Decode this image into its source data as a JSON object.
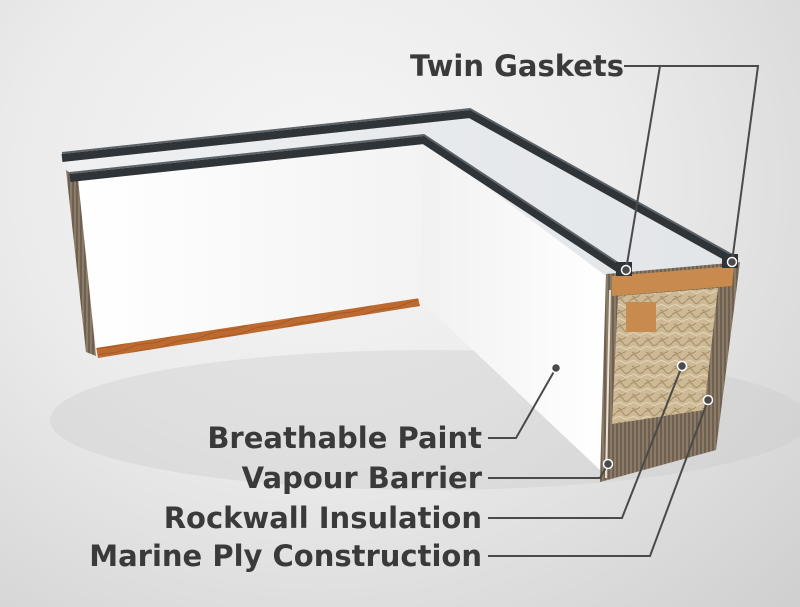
{
  "labels": {
    "twin_gaskets": "Twin Gaskets",
    "breathable_paint": "Breathable Paint",
    "vapour_barrier": "Vapour Barrier",
    "rockwall_insulation": "Rockwall Insulation",
    "marine_ply_construction": "Marine Ply Construction"
  },
  "colors": {
    "label_text": "#3a3a3a",
    "leader_line": "#4a4a4a",
    "gasket": "#2f3438",
    "wall_white": "#f7f7f7",
    "plywood": "#b5652e",
    "insulation": "#c9b894"
  }
}
